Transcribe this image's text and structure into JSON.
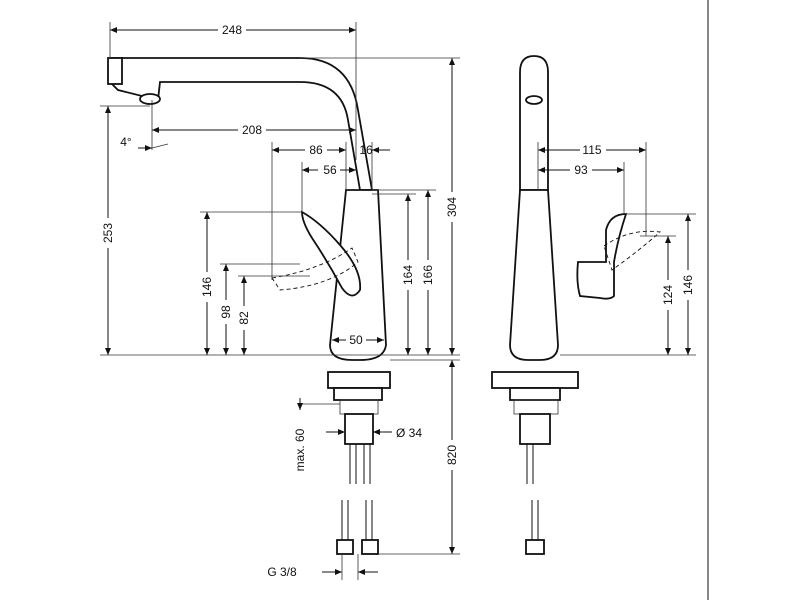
{
  "side_view": {
    "dimensions": {
      "width_total": "248",
      "spout_reach": "208",
      "handle_offset": "86",
      "handle_offset_2": "56",
      "spout_diameter": "16",
      "tilt_angle": "4°",
      "spout_outlet_height": "253",
      "total_height": "304",
      "handle_height": "146",
      "handle_lever_height_1": "98",
      "handle_lever_height_2": "82",
      "body_height_1": "164",
      "body_height_2": "166",
      "base_width": "50",
      "max_thickness": "max. 60",
      "shank_diameter": "Ø 34",
      "hose_length": "820",
      "connection_thread": "G 3/8"
    }
  },
  "front_view": {
    "dimensions": {
      "handle_reach": "115",
      "handle_reach_2": "93",
      "lever_height_1": "124",
      "lever_height_2": "146"
    }
  }
}
